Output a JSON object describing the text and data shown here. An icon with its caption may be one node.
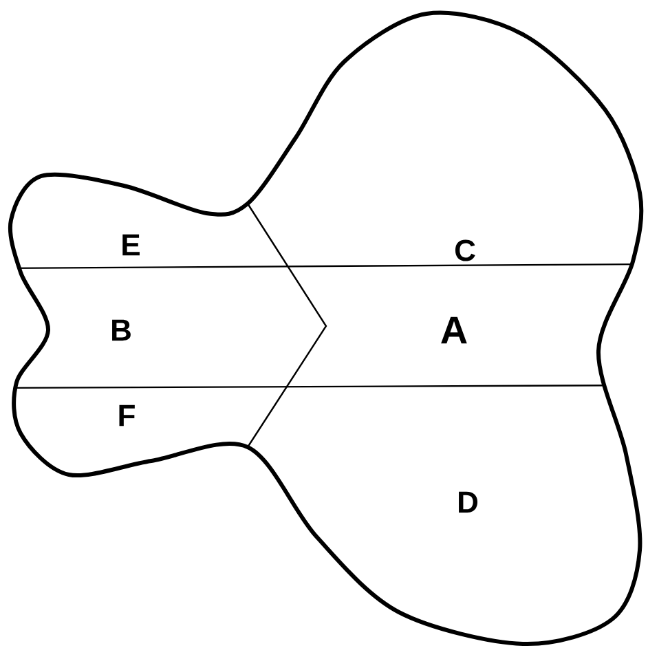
{
  "diagram": {
    "labels": [
      "C",
      "E",
      "B",
      "A",
      "F",
      "D"
    ]
  }
}
